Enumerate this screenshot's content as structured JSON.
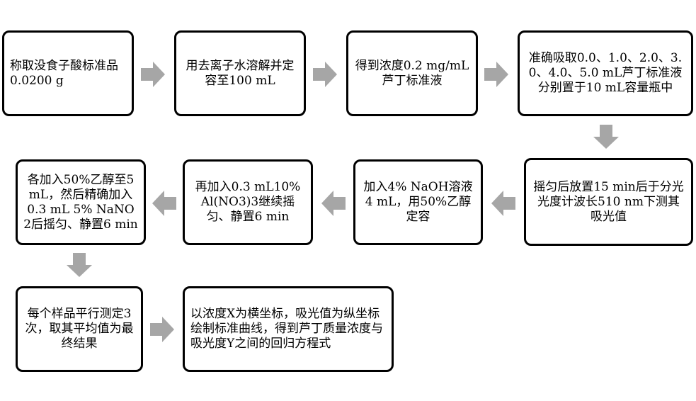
{
  "colors": {
    "border": "#000000",
    "arrow": "#a6a6a6",
    "background": "#ffffff"
  },
  "steps": [
    {
      "text": "称取没食子酸标准品0.0200 g"
    },
    {
      "text": "用去离子水溶解并定容至100 mL"
    },
    {
      "text": "得到浓度0.2 mg/mL芦丁标准液"
    },
    {
      "text": "准确吸取0.0、1.0、2.0、3.0、4.0、5.0 mL芦丁标准液分别置于10 mL容量瓶中"
    },
    {
      "text": "摇匀后放置15 min后于分光光度计波长510 nm下测其吸光值"
    },
    {
      "text": "加入4% NaOH溶液4 mL，用50%乙醇定容"
    },
    {
      "text": "再加入0.3 mL10% Al(NO3)3继续摇匀、静置6 min"
    },
    {
      "text": "各加入50%乙醇至5 mL，然后精确加入0.3 mL 5% NaNO2后摇匀、静置6 min"
    },
    {
      "text": "每个样品平行测定3次，取其平均值为最终结果"
    },
    {
      "text": "以浓度X为横坐标，吸光值为纵坐标绘制标准曲线，得到芦丁质量浓度与吸光度Y之间的回归方程式"
    }
  ],
  "arrows": [
    {
      "direction": "right",
      "from": 1,
      "to": 2
    },
    {
      "direction": "right",
      "from": 2,
      "to": 3
    },
    {
      "direction": "right",
      "from": 3,
      "to": 4
    },
    {
      "direction": "down",
      "from": 4,
      "to": 5
    },
    {
      "direction": "left",
      "from": 5,
      "to": 6
    },
    {
      "direction": "left",
      "from": 6,
      "to": 7
    },
    {
      "direction": "left",
      "from": 7,
      "to": 8
    },
    {
      "direction": "down",
      "from": 8,
      "to": 9
    },
    {
      "direction": "right",
      "from": 9,
      "to": 10
    }
  ]
}
